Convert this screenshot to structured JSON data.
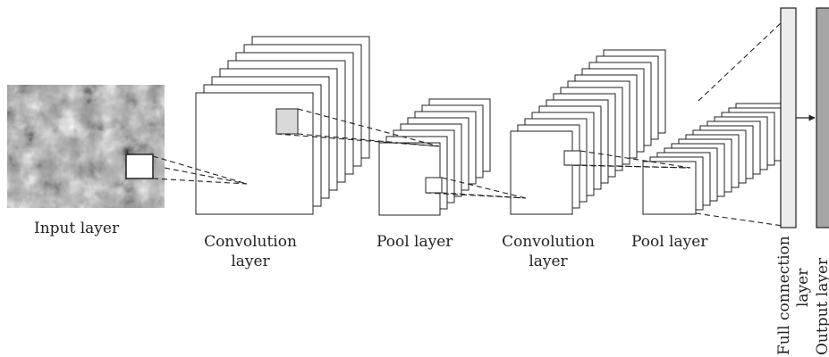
{
  "labels": {
    "input_layer": "Input layer",
    "conv1_line1": "Convolution",
    "conv1_line2": "layer",
    "pool1": "Pool layer",
    "conv2_line1": "Convolution",
    "conv2_line2": "layer",
    "pool2": "Pool layer",
    "full_connection_line1": "Full connection",
    "full_connection_line2": "layer",
    "output_layer": "Output layer"
  },
  "colors": {
    "stroke": "#222222",
    "feature_map_fill": "#ffffff",
    "receptive_field_fill": "#d9d9d9",
    "full_connection_fill": "#ececec",
    "output_fill": "#a6a6a6",
    "input_image": "grayscale rock texture"
  },
  "stacks": {
    "conv1_maps": 8,
    "pool1_maps": 8,
    "conv2_maps": 14,
    "pool2_maps": 14
  }
}
